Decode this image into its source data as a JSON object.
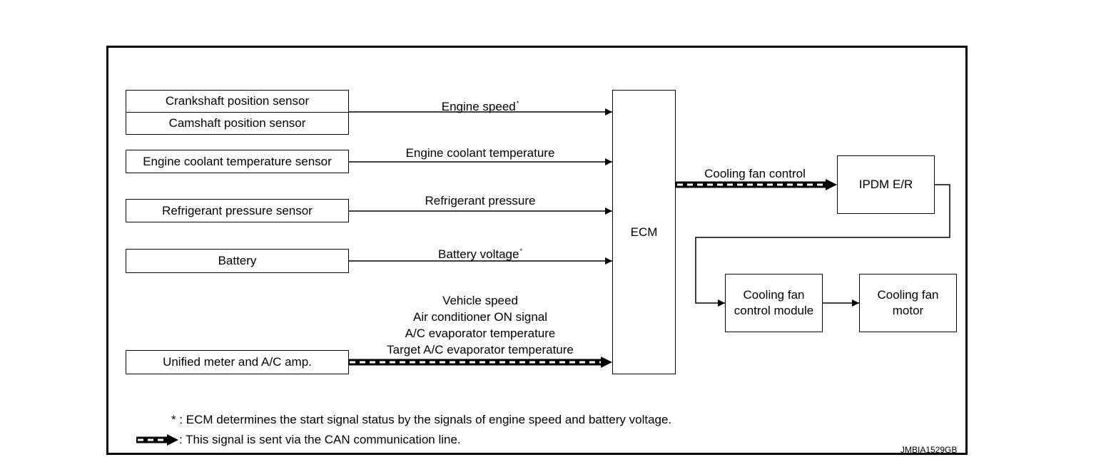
{
  "inputs": {
    "crankshaft": "Crankshaft position sensor",
    "camshaft": "Camshaft position sensor",
    "coolant_sensor": "Engine coolant temperature sensor",
    "refrigerant_sensor": "Refrigerant pressure sensor",
    "battery": "Battery",
    "meter": "Unified meter and A/C amp."
  },
  "signals": {
    "engine_speed": "Engine speed",
    "engine_speed_mark": "*",
    "coolant_temp": "Engine coolant temperature",
    "refrigerant_pressure": "Refrigerant pressure",
    "battery_voltage": "Battery voltage",
    "battery_voltage_mark": "*",
    "can_lines": [
      "Vehicle speed",
      "Air conditioner ON signal",
      "A/C evaporator temperature",
      "Target A/C evaporator temperature"
    ],
    "cooling_fan_control": "Cooling fan control"
  },
  "modules": {
    "ecm": "ECM",
    "ipdm": "IPDM E/R",
    "fan_control_module": [
      "Cooling fan",
      "control module"
    ],
    "fan_motor": [
      "Cooling fan",
      "motor"
    ]
  },
  "notes": {
    "asterisk": "* : ECM determines the start signal status by the signals of engine speed and battery voltage.",
    "can": ": This signal is sent via the CAN communication line."
  },
  "figure_code": "JMBIA1529GB"
}
